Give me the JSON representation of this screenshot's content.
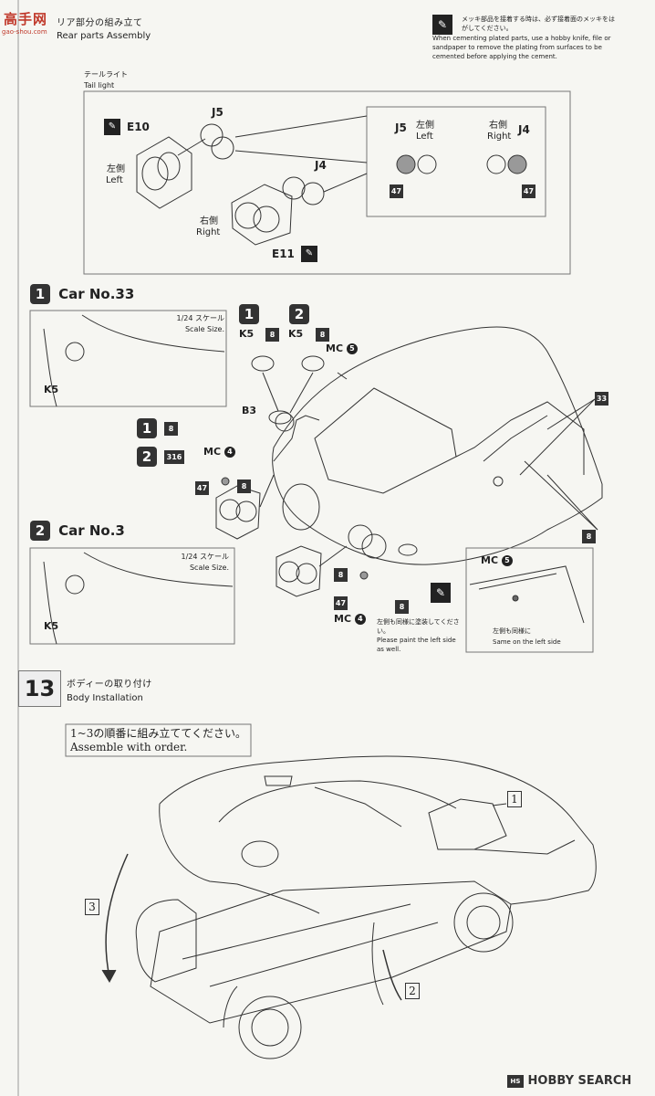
{
  "logo": {
    "text": "高手网",
    "sub": "gao-shou.com"
  },
  "step12": {
    "title_jp": "リア部分の組み立て",
    "title_en": "Rear parts Assembly"
  },
  "plating_note": {
    "jp": "メッキ部品を接着する時は、必ず接着面のメッキをはがしてください。",
    "en": "When cementing plated parts, use a hobby knife, file or sandpaper to remove the plating from surfaces to be cemented before applying the cement."
  },
  "tail_light": {
    "title_jp": "テールライト",
    "title_en": "Tail light",
    "e10": "E10",
    "e11": "E11",
    "j5": "J5",
    "j4": "J4",
    "left_jp": "左側",
    "left_en": "Left",
    "right_jp": "右側",
    "right_en": "Right",
    "detail_j5": "J5",
    "detail_j4": "J4",
    "detail_left_jp": "左側",
    "detail_left_en": "Left",
    "detail_right_jp": "右側",
    "detail_right_en": "Right",
    "paint_a": "47",
    "paint_b": "47"
  },
  "car33": {
    "num": "1",
    "label": "Car No.33",
    "scale_jp": "1/24 スケール",
    "scale_en": "Scale Size.",
    "part": "K5"
  },
  "car3": {
    "num": "2",
    "label": "Car No.3",
    "scale_jp": "1/24 スケール",
    "scale_en": "Scale Size.",
    "part": "K5"
  },
  "callouts": {
    "k5_a": "K5",
    "k5_b": "K5",
    "paint8_a": "8",
    "paint8_b": "8",
    "mc5": "MC",
    "mc5_num": "5",
    "b3": "B3",
    "car1_paint": "8",
    "car2_paint": "316",
    "mc4": "MC",
    "mc4_num": "4",
    "p47_a": "47",
    "p8_c": "8",
    "p8_d": "8",
    "p47_b": "47",
    "mc4b": "MC",
    "mc4b_num": "4",
    "p8_e": "8",
    "p33": "33",
    "p8_f": "8",
    "left_same_jp": "左側も同様に塗装してください。",
    "left_same_en": "Please paint the left side as well.",
    "mc5_detail": "MC",
    "mc5_detail_num": "5",
    "detail_left_jp": "左側も同様に",
    "detail_left_en": "Same on the left side"
  },
  "step13": {
    "num": "13",
    "title_jp": "ボディーの取り付け",
    "title_en": "Body Installation",
    "order_jp": "1~3の順番に組み立ててください。",
    "order_en": "Assemble with order.",
    "label1": "1",
    "label2": "2",
    "label3": "3"
  },
  "watermark": {
    "text": "HOBBY SEARCH",
    "mark": "HS"
  }
}
